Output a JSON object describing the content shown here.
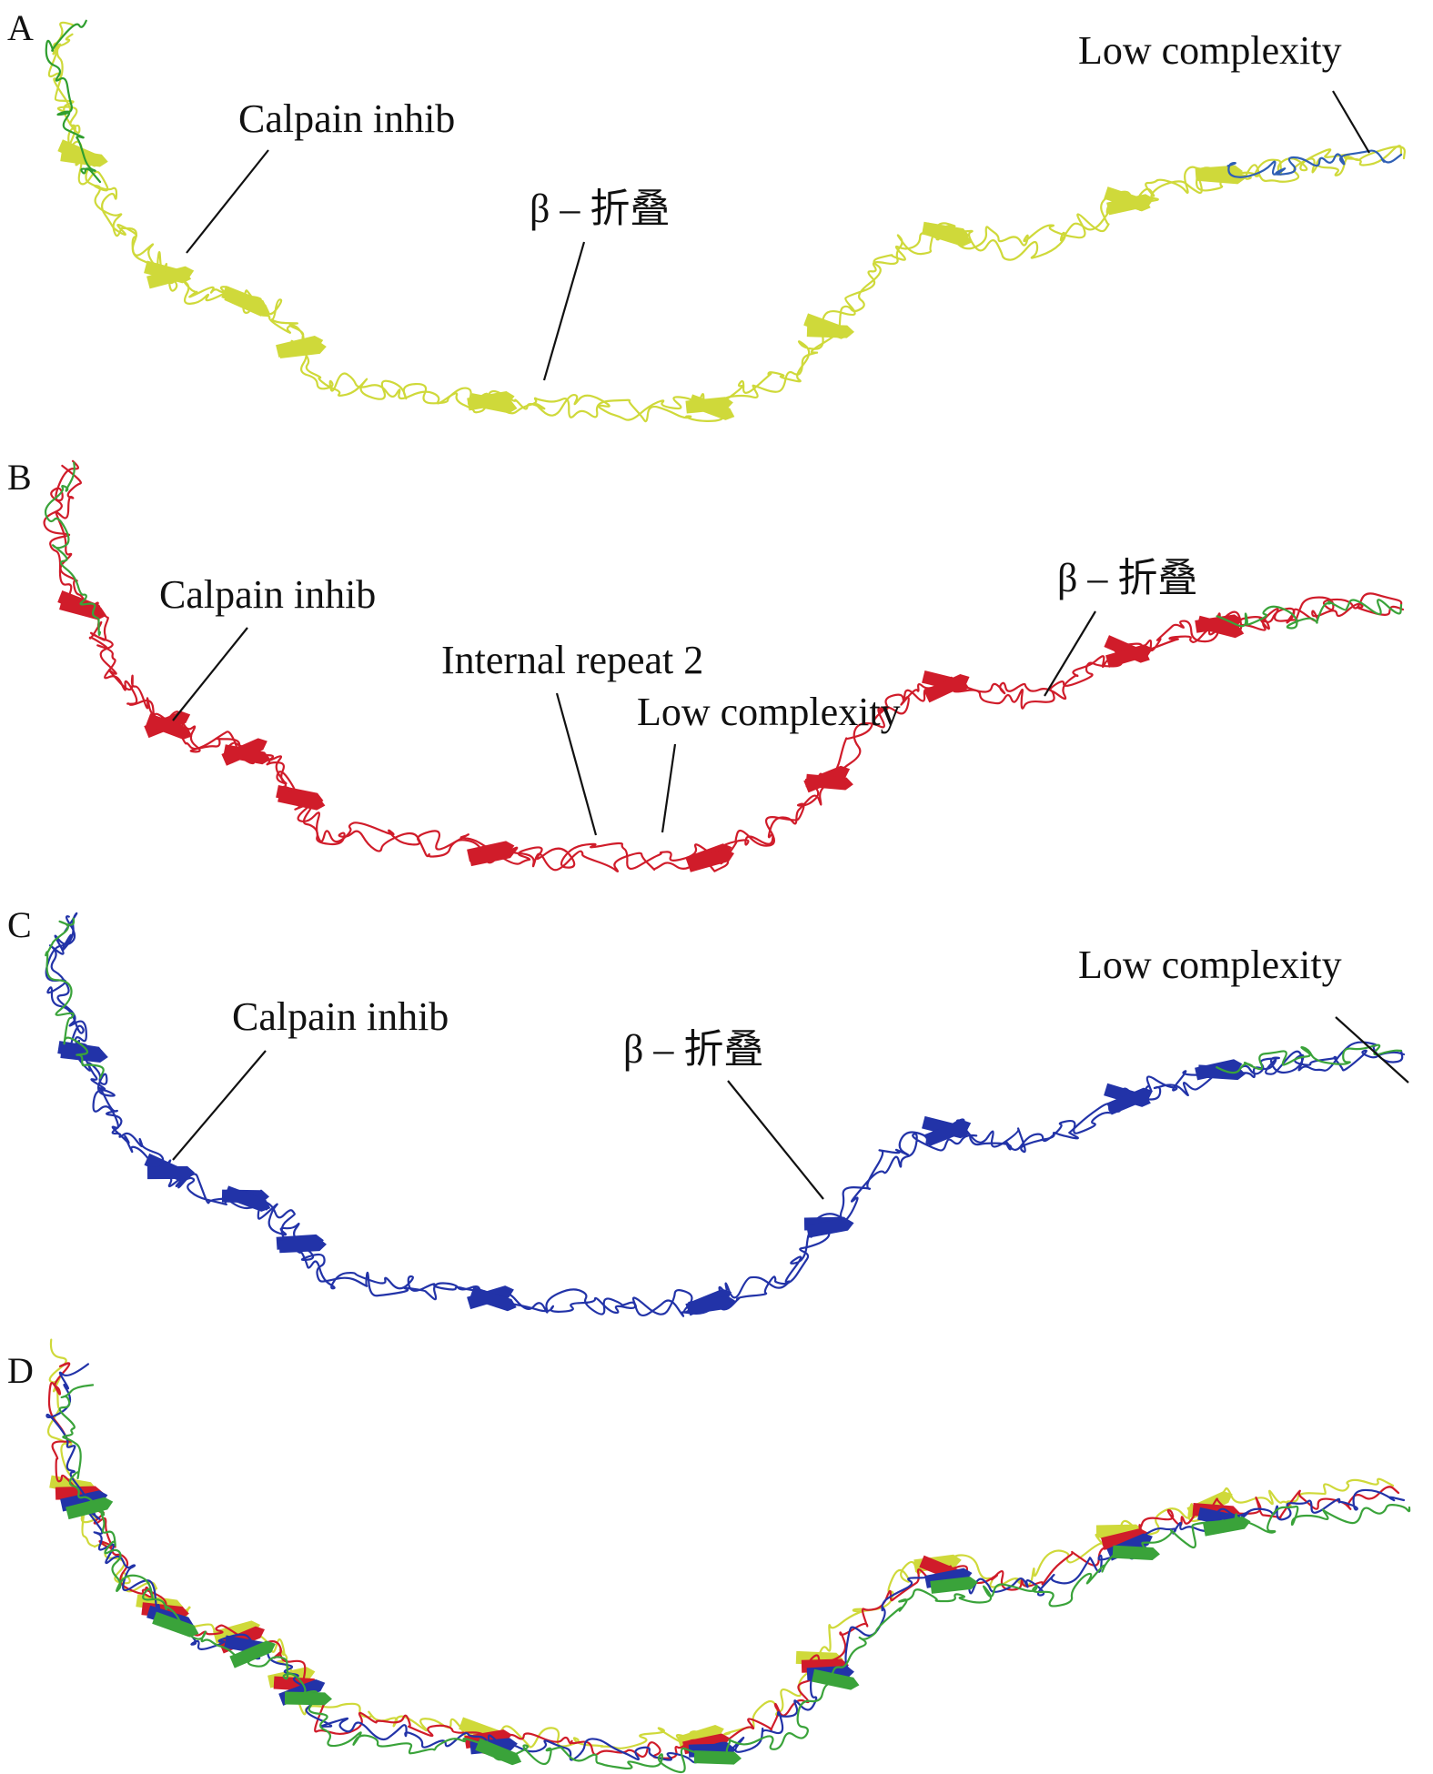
{
  "panels": [
    {
      "letter": "A",
      "labels": {
        "calpain": "Calpain inhib",
        "beta": "β – 折叠",
        "low": "Low complexity"
      },
      "colors": {
        "main": "#cfd93a",
        "accent": "#2f9e2f",
        "tail": "#2f5fb5"
      }
    },
    {
      "letter": "B",
      "labels": {
        "calpain": "Calpain inhib",
        "repeat": "Internal repeat 2",
        "low": "Low complexity",
        "beta": "β – 折叠"
      },
      "colors": {
        "main": "#d01c2a",
        "accent": "#3aa33a",
        "tail": "#3aa33a"
      }
    },
    {
      "letter": "C",
      "labels": {
        "calpain": "Calpain inhib",
        "beta": "β – 折叠",
        "low": "Low complexity"
      },
      "colors": {
        "main": "#2233a8",
        "accent": "#3aa33a",
        "tail": "#3aa33a"
      }
    },
    {
      "letter": "D",
      "labels": {},
      "colors": {
        "overlay": [
          "#cfd93a",
          "#d01c2a",
          "#2233a8",
          "#3aa33a"
        ]
      }
    }
  ]
}
